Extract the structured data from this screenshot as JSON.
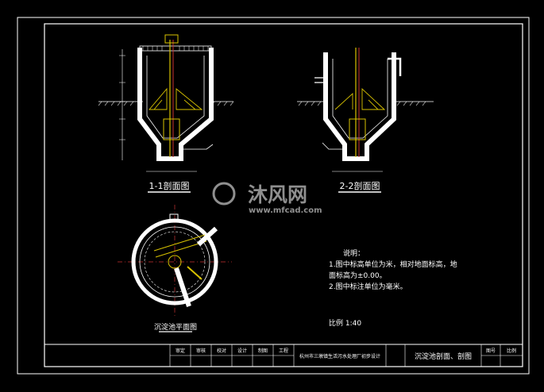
{
  "views": {
    "section_1": {
      "title": "1-1剖面图"
    },
    "section_2": {
      "title": "2-2剖面图"
    },
    "plan": {
      "title": "沉淀池平面图"
    }
  },
  "notes": {
    "heading": "说明：",
    "lines": [
      "1.图中标高单位为米，相对地面标高，地",
      "面标高为±0.00。",
      "2.图中标注单位为毫米。"
    ]
  },
  "scale_label": "比例 1:40",
  "title_block": {
    "project": "杭州市三墩镇生活污水处理厂初步设计",
    "drawing_title": "沉淀池剖面、剖图",
    "cells": [
      "审定",
      "审核",
      "校对",
      "设计",
      "制图",
      "工程",
      "图号",
      "比例"
    ]
  },
  "watermark": {
    "brand": "沐风网",
    "url": "www.mfcad.com"
  },
  "colors": {
    "background": "#000000",
    "frame": "#ffffff",
    "structure": "#ffffff",
    "equipment": "#d8c200",
    "dimension": "#c83232",
    "annotation": "#ffffff",
    "watermark": "#a8a8a8"
  }
}
